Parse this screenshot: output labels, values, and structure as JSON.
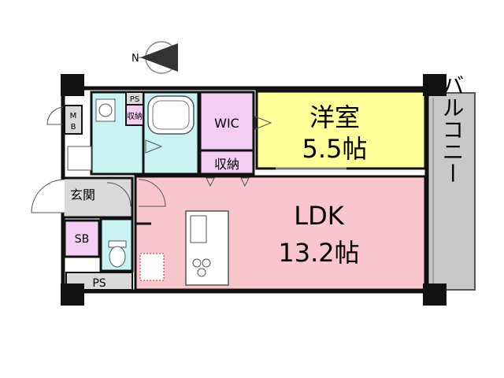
{
  "compass": {
    "north_label": "N"
  },
  "rooms": {
    "western_room": {
      "name": "洋室",
      "size": "5.5帖"
    },
    "ldk": {
      "name": "LDK",
      "size": "13.2帖"
    },
    "balcony": {
      "name": "バルコニー"
    },
    "wic": {
      "name": "WIC"
    },
    "storage_main": {
      "name": "収納"
    },
    "storage_small": {
      "name": "収納"
    },
    "ps_top": {
      "name": "PS"
    },
    "ps_bottom": {
      "name": "PS"
    },
    "mb": {
      "name": "MB"
    },
    "entrance": {
      "name": "玄関"
    },
    "sb": {
      "name": "SB"
    }
  },
  "colors": {
    "wall": "#111111",
    "western_room": "#ffff99",
    "ldk": "#f9c6cd",
    "balcony": "#c8c8c8",
    "wic": "#f3cdf3",
    "storage": "#f3cdf3",
    "wet_area": "#c9f2f2",
    "entrance": "#d9d9d9",
    "sb": "#f3cdf3",
    "ps": "#d9d9d9"
  }
}
